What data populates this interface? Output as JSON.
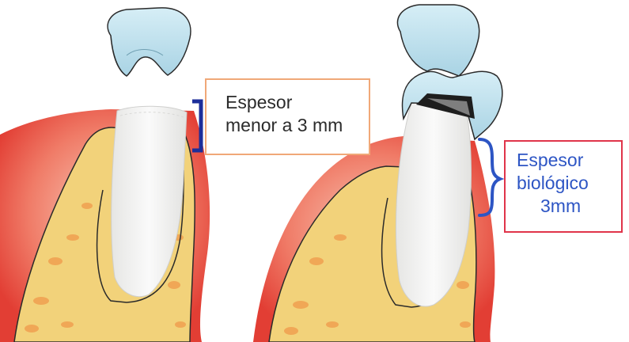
{
  "callouts": {
    "left": {
      "line1": "Espesor",
      "line2": "menor a 3 mm"
    },
    "right": {
      "line1": "Espesor",
      "line2": "biológico",
      "line3": "3mm"
    }
  },
  "colors": {
    "gum": "#e85a4e",
    "gum_light": "#f6b8a6",
    "bone": "#f2d27a",
    "bone_pore": "#f0a050",
    "tooth": "#f2f2f0",
    "crown": "#bfe0ec",
    "bracket_left": "#1c2e9a",
    "bracket_right": "#2d55c4"
  },
  "icons": [
    "tooth-left-icon",
    "tooth-right-icon",
    "crown-icon",
    "bracket-icon",
    "brace-icon"
  ]
}
